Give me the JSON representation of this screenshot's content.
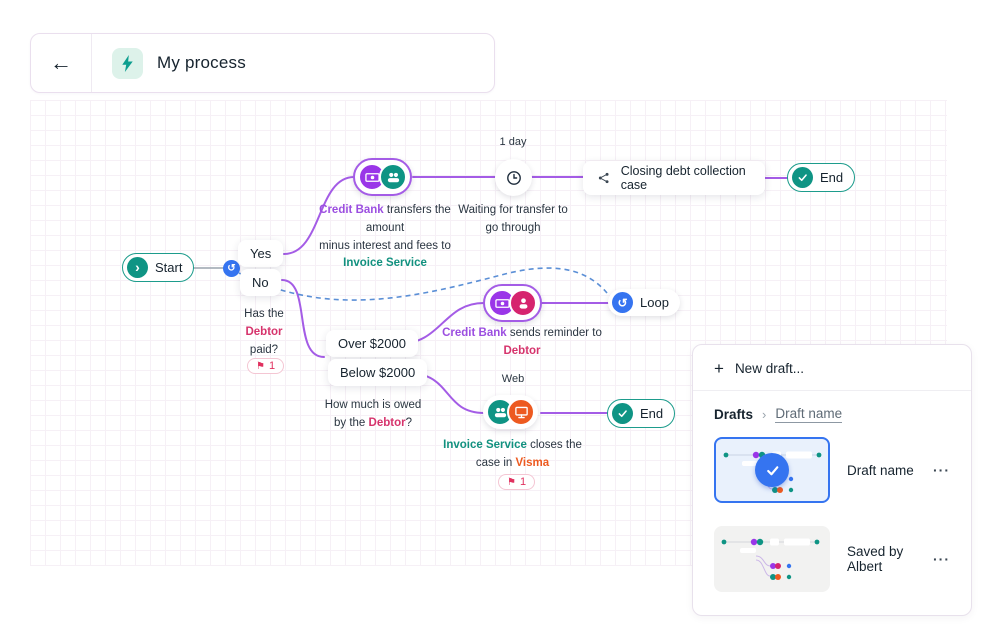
{
  "header": {
    "back_icon": "←",
    "title": "My process"
  },
  "icons": {
    "plus": "+",
    "undo": "↺",
    "flag": "⚑",
    "ellipsis": "···",
    "chevron": "›",
    "breadcrumb_sep": "›"
  },
  "flow": {
    "start_label": "Start",
    "yes_label": "Yes",
    "no_label": "No",
    "q_paid": {
      "l1": "Has the",
      "l2": "Debtor",
      "l3": "paid?"
    },
    "flag1_count": "1",
    "flag2_count": "1",
    "transfer": {
      "actor": "Credit Bank",
      "text1": "transfers the amount",
      "text2": "minus interest and fees to",
      "target": "Invoice Service"
    },
    "one_day": "1 day",
    "waiting": "Waiting for transfer to go through",
    "closing_case": "Closing debt collection case",
    "end1_label": "End",
    "end2_label": "End",
    "loop_label": "Loop",
    "reminder": {
      "actor": "Credit Bank",
      "text": "sends reminder to",
      "target": "Debtor"
    },
    "over_label": "Over $2000",
    "below_label": "Below $2000",
    "q_owed": {
      "l1": "How much is owed",
      "l2a": "by the",
      "l2b": "Debtor",
      "l2c": "?"
    },
    "web_label": "Web",
    "closes": {
      "actor": "Invoice Service",
      "text1": "closes the",
      "text2": "case in",
      "target": "Visma"
    }
  },
  "panel": {
    "new_draft": "New draft...",
    "breadcrumb": {
      "root": "Drafts",
      "current": "Draft name"
    },
    "items": [
      {
        "label": "Draft name"
      },
      {
        "label": "Saved by Albert"
      }
    ]
  },
  "colors": {
    "teal": "#0f9484",
    "purple": "#9a36e8",
    "pink": "#d6246e",
    "orange": "#ed5a20",
    "blue": "#3574f0",
    "flag_red": "#e0315f",
    "wire_purple": "#a45ce6",
    "dashed_blue": "#5b8fd6"
  }
}
